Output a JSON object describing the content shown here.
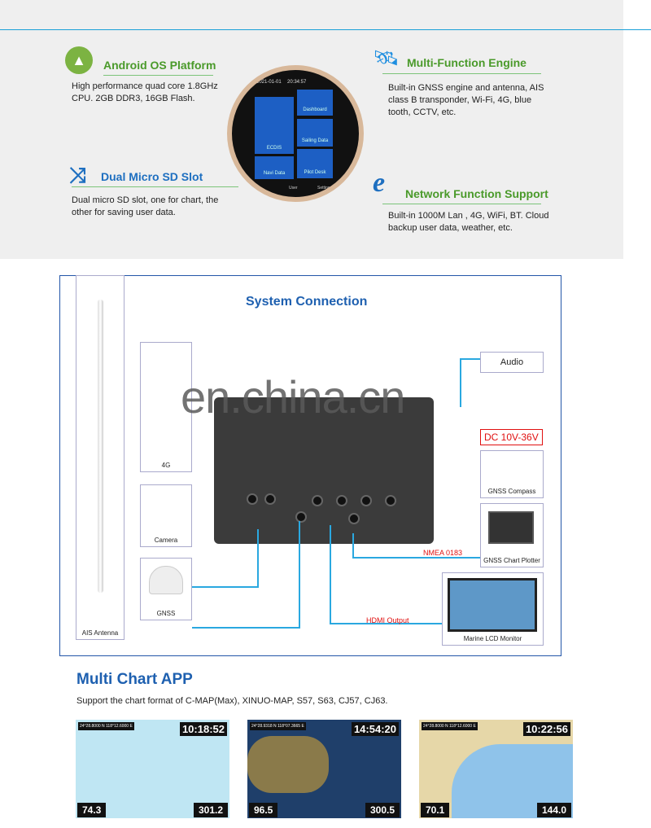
{
  "features": [
    {
      "title": "Android OS Platform",
      "desc": "High performance quad core 1.8GHz CPU. 2GB DDR3, 16GB Flash.",
      "icon": "android-icon"
    },
    {
      "title": "Dual Micro SD Slot",
      "desc": "Dual micro SD slot, one for chart, the other for saving user data.",
      "icon": "shuffle-icon"
    },
    {
      "title": "Multi-Function Engine",
      "desc": "Built-in GNSS engine and antenna, AIS class B transponder, Wi-Fi, 4G, blue tooth, CCTV, etc.",
      "icon": "satellite-icon"
    },
    {
      "title": "Network Function Support",
      "desc": "Built-in 1000M Lan , 4G, WiFi, BT. Cloud backup user data, weather, etc.",
      "icon": "internet-explorer-icon"
    }
  ],
  "screen": {
    "date": "2021-01-01",
    "time": "20:34:57",
    "tiles": [
      "ECDIS",
      "Dashboard",
      "Sailing Data",
      "Navi Data",
      "Pilot Desk"
    ],
    "bottom": [
      "User",
      "Settings"
    ]
  },
  "system": {
    "title": "System Connection",
    "labels": {
      "ais": "AIS Antenna",
      "g4": "4G",
      "camera": "Camera",
      "gnss": "GNSS",
      "audio": "Audio",
      "power": "DC 10V-36V",
      "compass": "GNSS Compass",
      "plotter": "GNSS Chart Plotter",
      "monitor": "Marine LCD Monitor",
      "nmea": "NMEA 0183",
      "hdmi": "HDMI Output"
    }
  },
  "watermark": "en.china.cn",
  "multichart": {
    "title": "Multi Chart APP",
    "subtitle": "Support the chart format of C-MAP(Max), XINUO-MAP, S57, S63, CJ57, CJ63.",
    "shots": [
      {
        "coord": "24°28.8000 N 118°12.6000 E",
        "time": "10:18:52",
        "left": "74.3",
        "right": "301.2",
        "bg": "#bfe6f3"
      },
      {
        "coord": "24°28.9318 N 118°07.3665 E",
        "time": "14:54:20",
        "left": "96.5",
        "right": "300.5",
        "bg": "#1f3f6a"
      },
      {
        "coord": "24°28.8000 N 118°12.6000 E",
        "time": "10:22:56",
        "left": "70.1",
        "right": "144.0",
        "bg": "#e6d7a8"
      }
    ]
  }
}
